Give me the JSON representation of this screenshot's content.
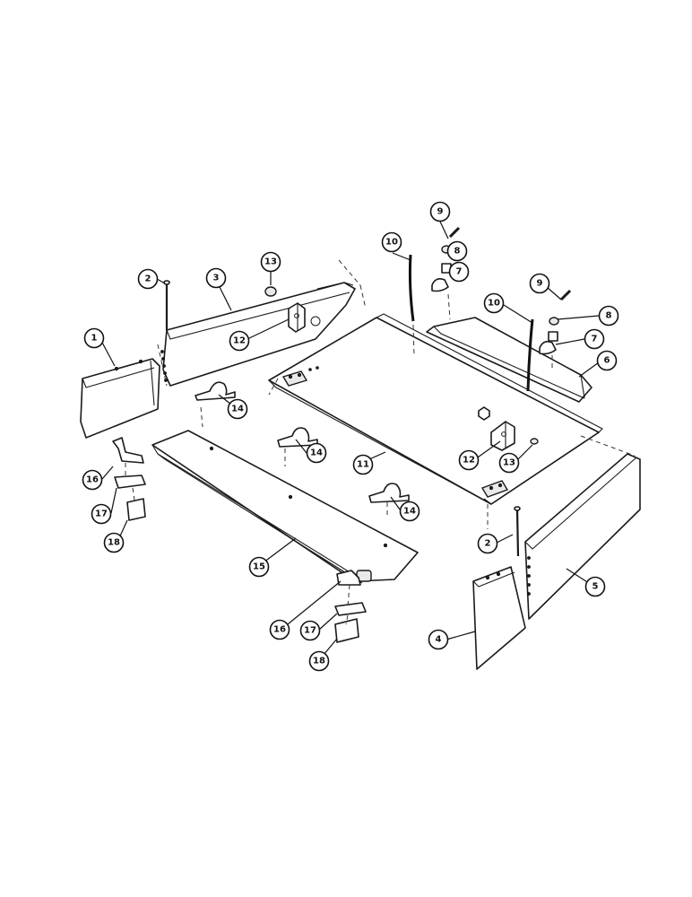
{
  "diagram": {
    "callouts": [
      {
        "id": "c1",
        "label": "1"
      },
      {
        "id": "c2a",
        "label": "2"
      },
      {
        "id": "c3",
        "label": "3"
      },
      {
        "id": "c13a",
        "label": "13"
      },
      {
        "id": "c12a",
        "label": "12"
      },
      {
        "id": "c14a",
        "label": "14"
      },
      {
        "id": "c16a",
        "label": "16"
      },
      {
        "id": "c17a",
        "label": "17"
      },
      {
        "id": "c18a",
        "label": "18"
      },
      {
        "id": "c14b",
        "label": "14"
      },
      {
        "id": "c14c",
        "label": "14"
      },
      {
        "id": "c15",
        "label": "15"
      },
      {
        "id": "c16b",
        "label": "16"
      },
      {
        "id": "c17b",
        "label": "17"
      },
      {
        "id": "c18b",
        "label": "18"
      },
      {
        "id": "c9a",
        "label": "9"
      },
      {
        "id": "c8a",
        "label": "8"
      },
      {
        "id": "c7a",
        "label": "7"
      },
      {
        "id": "c10a",
        "label": "10"
      },
      {
        "id": "c10b",
        "label": "10"
      },
      {
        "id": "c9b",
        "label": "9"
      },
      {
        "id": "c8b",
        "label": "8"
      },
      {
        "id": "c7b",
        "label": "7"
      },
      {
        "id": "c6",
        "label": "6"
      },
      {
        "id": "c11",
        "label": "11"
      },
      {
        "id": "c12b",
        "label": "12"
      },
      {
        "id": "c13b",
        "label": "13"
      },
      {
        "id": "c2b",
        "label": "2"
      },
      {
        "id": "c5",
        "label": "5"
      },
      {
        "id": "c4",
        "label": "4"
      }
    ]
  }
}
